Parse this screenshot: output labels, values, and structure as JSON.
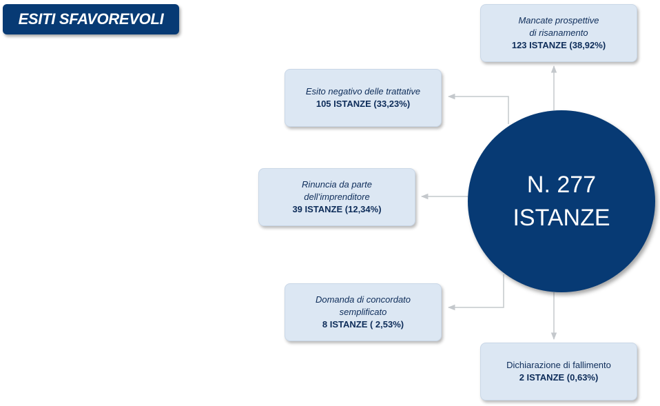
{
  "title": "ESITI SFAVOREVOLI",
  "center": {
    "line1": "N. 277",
    "line2": "ISTANZE"
  },
  "outcomes": [
    {
      "desc": "Mancate prospettive\ndi risanamento",
      "count": "123 ISTANZE (38,92%)"
    },
    {
      "desc": "Esito negativo delle trattative",
      "count": "105 ISTANZE (33,23%)"
    },
    {
      "desc": "Rinuncia da parte\ndell’imprenditore",
      "count": "39 ISTANZE (12,34%)"
    },
    {
      "desc": "Domanda di concordato\nsemplificato",
      "count": "8 ISTANZE ( 2,53%)"
    },
    {
      "desc": "Dichiarazione di fallimento",
      "count": "2 ISTANZE (0,63%)"
    }
  ],
  "colors": {
    "dark_blue": "#073a74",
    "box_fill": "#dce7f3",
    "text_blue": "#0d2c59",
    "connector": "#c4c8cc"
  }
}
